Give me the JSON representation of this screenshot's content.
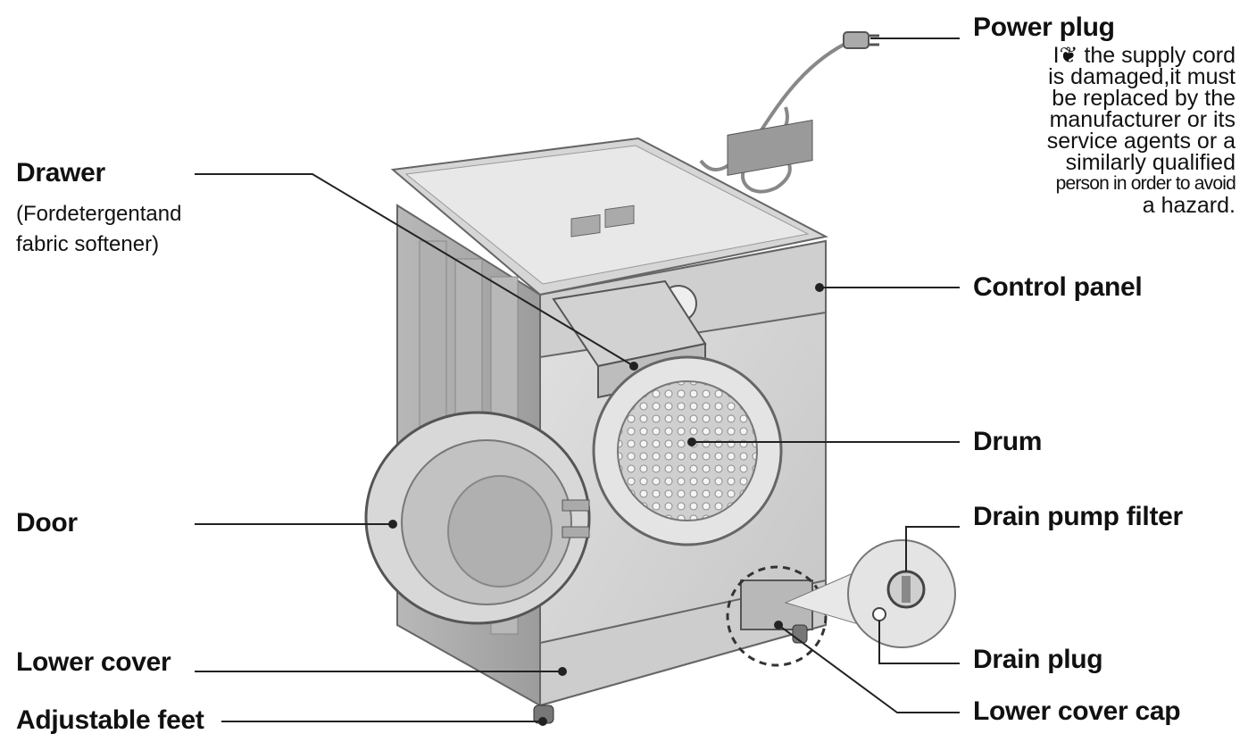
{
  "labels": {
    "drawer": "Drawer",
    "drawer_note_1": "(Fordetergentand",
    "drawer_note_2": "fabric softener)",
    "door": "Door",
    "lower_cover": "Lower cover",
    "adjustable_feet": "Adjustable feet",
    "power_plug": "Power plug",
    "power_note": [
      "I❦ the supply cord",
      "is damaged,it must",
      "be replaced by the",
      "manufacturer or its",
      "service agents or a",
      "similarly qualified",
      "person in order to avoid",
      "a hazard."
    ],
    "control_panel": "Control panel",
    "drum": "Drum",
    "drain_pump_filter": "Drain pump filter",
    "drain_plug": "Drain plug",
    "lower_cover_cap": "Lower cover cap"
  },
  "colors": {
    "cabinet": "#c9c9c9",
    "cabinet_dark": "#9a9a9a",
    "cabinet_light": "#e6e6e6",
    "outline": "#555555",
    "leader_line": "#222222"
  }
}
